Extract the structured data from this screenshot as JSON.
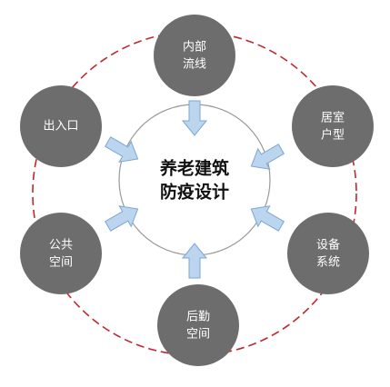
{
  "diagram": {
    "center": {
      "line1": "养老建筑",
      "line2": "防疫设计"
    },
    "nodes": [
      {
        "id": "top",
        "line1": "内部",
        "line2": "流线"
      },
      {
        "id": "top-right",
        "line1": "居室",
        "line2": "户型"
      },
      {
        "id": "bottom-right",
        "line1": "设备",
        "line2": "系统"
      },
      {
        "id": "bottom",
        "line1": "后勤",
        "line2": "空间"
      },
      {
        "id": "bottom-left",
        "line1": "公共",
        "line2": "空间"
      },
      {
        "id": "top-left",
        "line1": "出入口",
        "line2": ""
      }
    ],
    "colors": {
      "node_fill": "#6d6d6d",
      "dashed_ring": "#c0272d",
      "center_circle_stroke": "#9a9a9a",
      "arrow_fill": "#bcd5ef",
      "arrow_stroke": "#7aa6d4",
      "center_text": "#111111",
      "node_text": "#ffffff"
    }
  }
}
